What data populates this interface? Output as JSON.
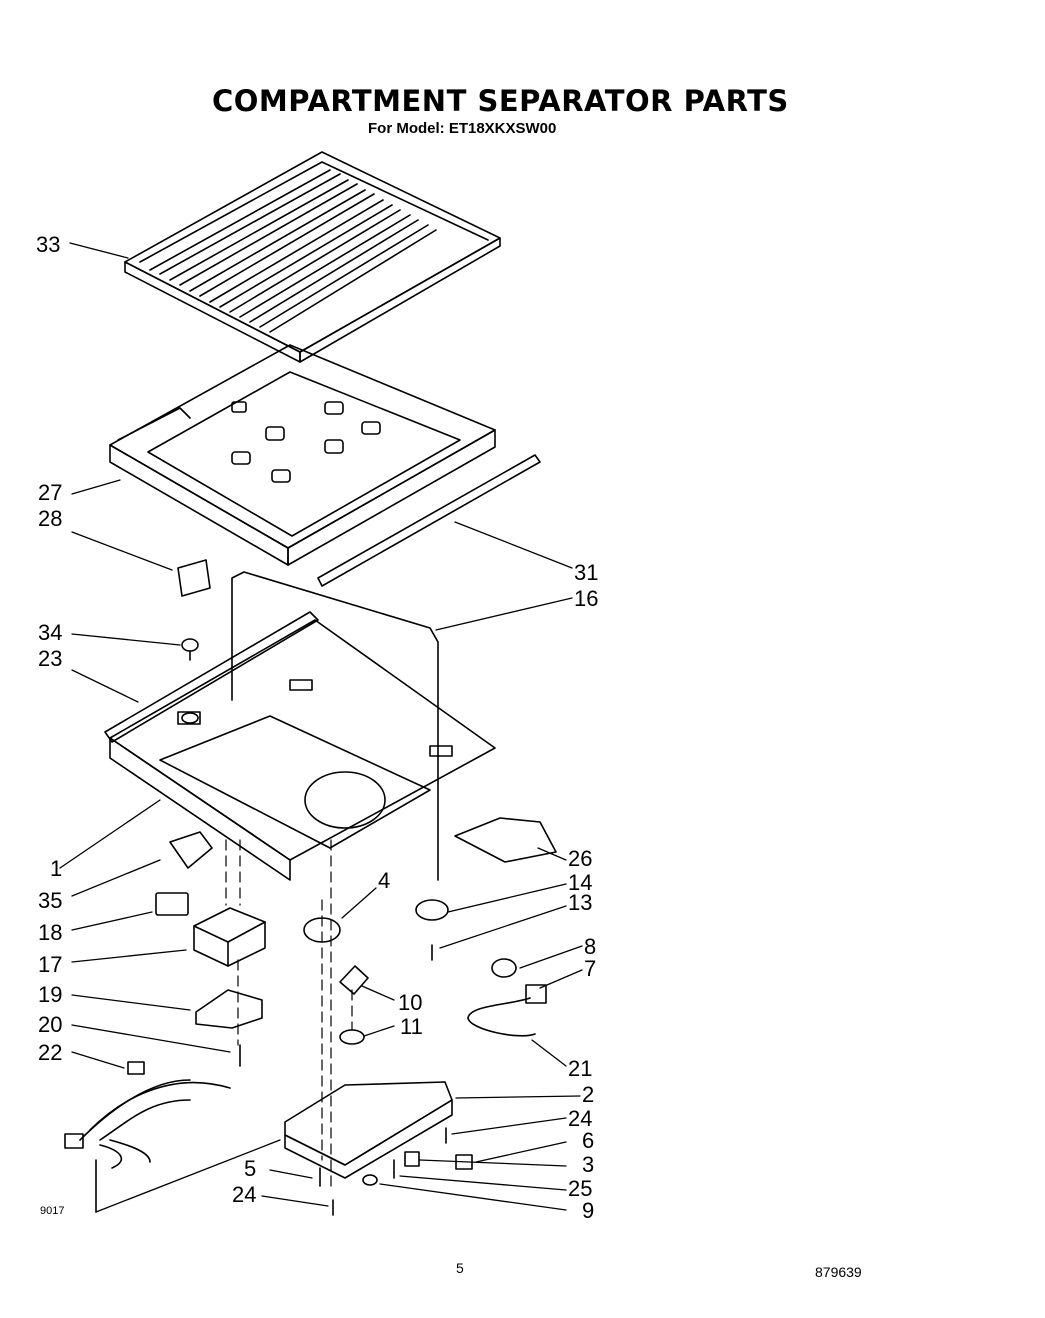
{
  "header": {
    "title": "COMPARTMENT SEPARATOR PARTS",
    "subtitle": "For Model: ET18XKXSW00"
  },
  "callouts": [
    "33",
    "27",
    "28",
    "31",
    "16",
    "34",
    "23",
    "1",
    "26",
    "35",
    "4",
    "14",
    "13",
    "18",
    "17",
    "8",
    "7",
    "19",
    "10",
    "11",
    "20",
    "22",
    "21",
    "2",
    "24",
    "6",
    "3",
    "25",
    "5",
    "24",
    "9"
  ],
  "footer": {
    "illustration_code": "9017",
    "page_number": "5",
    "part_number": "879639"
  },
  "colors": {
    "ink": "#000000",
    "paper": "#ffffff"
  }
}
